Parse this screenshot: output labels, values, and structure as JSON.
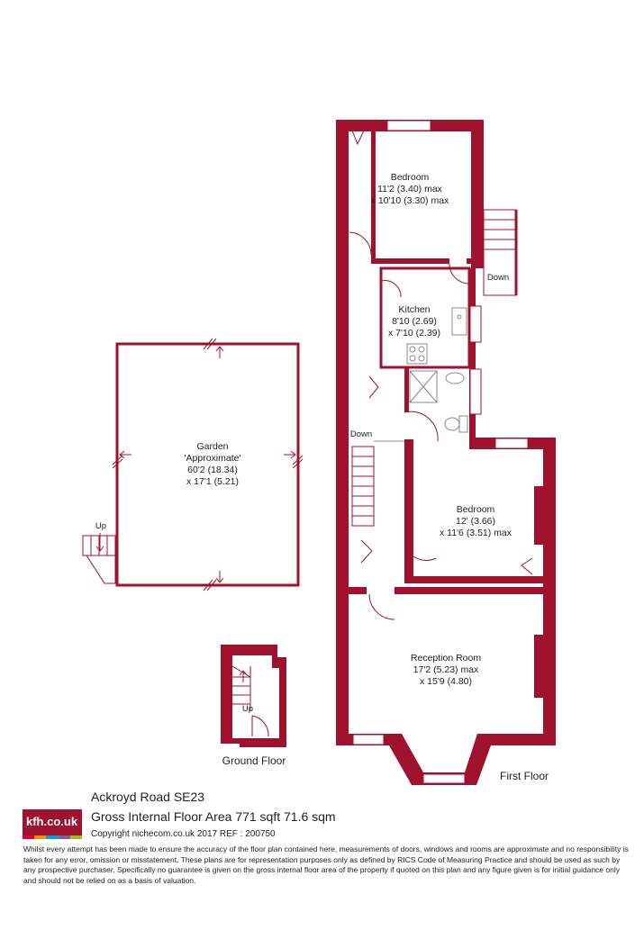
{
  "rooms": {
    "bedroom1": {
      "name": "Bedroom",
      "dim1": "11'2 (3.40) max",
      "dim2": "x 10'10 (3.30) max"
    },
    "kitchen": {
      "name": "Kitchen",
      "dim1": "8'10 (2.69)",
      "dim2": "x 7'10 (2.39)"
    },
    "bedroom2": {
      "name": "Bedroom",
      "dim1": "12' (3.66)",
      "dim2": "x 11'6 (3.51) max"
    },
    "reception": {
      "name": "Reception Room",
      "dim1": "17'2 (5.23) max",
      "dim2": "x 15'9 (4.80)"
    },
    "garden": {
      "name": "Garden",
      "sub": "'Approximate'",
      "dim1": "60'2 (18.34)",
      "dim2": "x 17'1 (5.21)"
    }
  },
  "stairs": {
    "down_label": "Down",
    "up_label": "Up"
  },
  "floors": {
    "ground": "Ground Floor",
    "first": "First Floor"
  },
  "footer": {
    "logo": "kfh.co.uk",
    "logo_colors": [
      "#e4002b",
      "#f39200",
      "#009fe3",
      "#7d5ba6",
      "#95c11f"
    ],
    "address": "Ackroyd Road  SE23",
    "area": "Gross Internal Floor Area 771 sqft 71.6 sqm",
    "copyright": "Copyright nichecom.co.uk 2017 REF : 200750",
    "disclaimer": "Whilst every attempt has been made to ensure the accuracy of the floor plan contained here, measurements of doors, windows and rooms are approximate and no responsibility is taken for any error, omission or misstatement. These plans are for representation purposes only as defined by RICS Code of Measuring Practice and should be used as such by any prospective purchaser. Specifically no guarantee is given on the gross internal floor area of the property if quoted on this plan and any figure given is for initial guidance only and should not be relied on as a basis of valuation."
  },
  "colors": {
    "wall": "#a0112e"
  }
}
